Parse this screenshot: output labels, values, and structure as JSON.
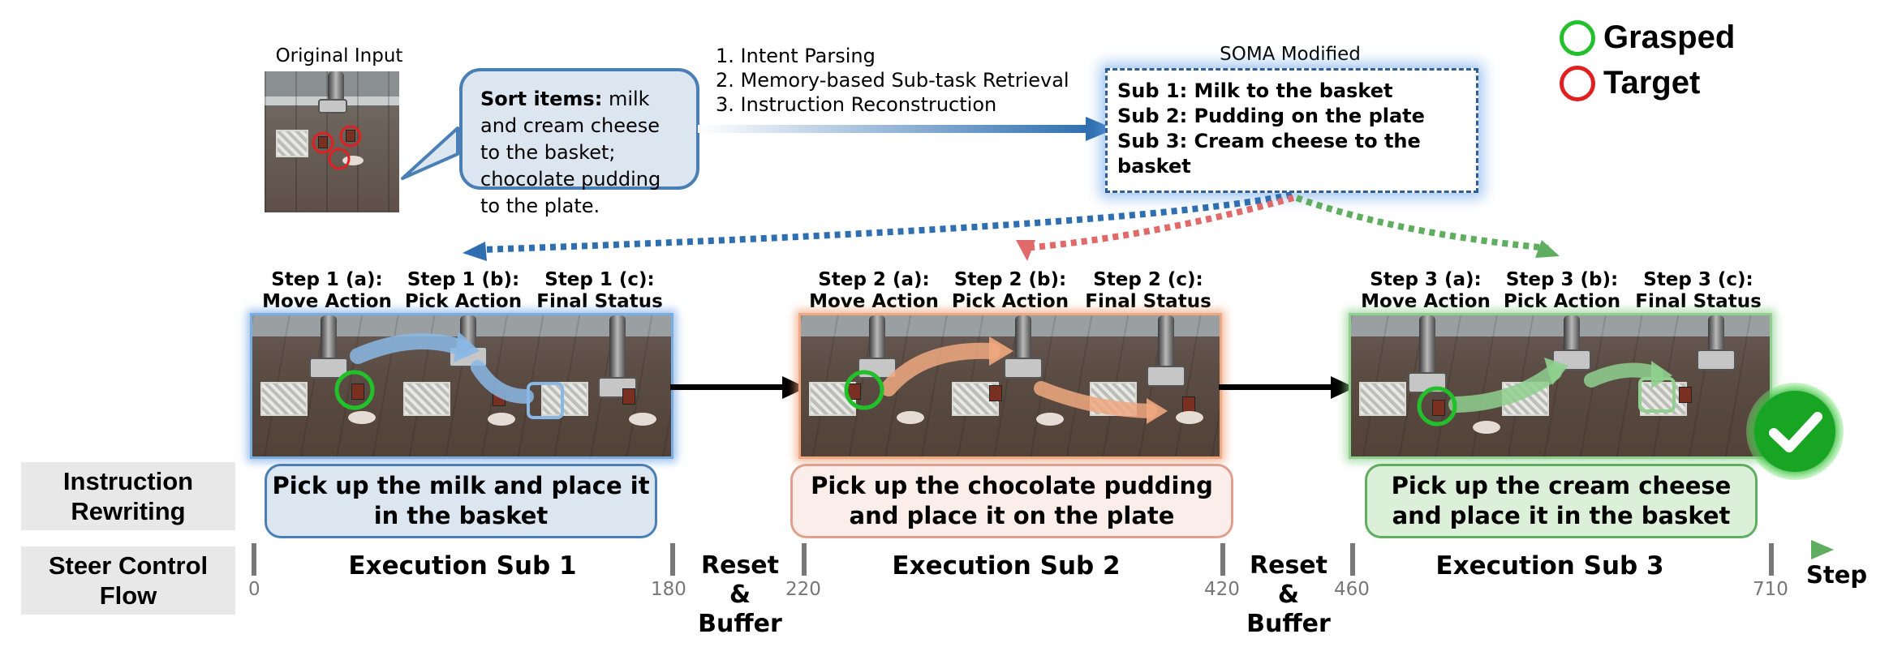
{
  "legend": {
    "grasped": {
      "label": "Grasped",
      "color": "#22c02a"
    },
    "target": {
      "label": "Target",
      "color": "#e02020"
    }
  },
  "original_input": {
    "title": "Original Input"
  },
  "speech": {
    "bold": "Sort items:",
    "text": " milk and cream cheese to the basket; chocolate pudding to the plate."
  },
  "pipeline_steps": [
    "1. Intent Parsing",
    "2. Memory-based Sub-task Retrieval",
    "3. Instruction Reconstruction"
  ],
  "soma": {
    "title": "SOMA Modified",
    "subs": [
      "Sub 1: Milk to the basket",
      "Sub 2: Pudding on the plate",
      "Sub 3: Cream cheese to the basket"
    ]
  },
  "stages": [
    {
      "color": "#4a7fb5",
      "steps": [
        {
          "a": "Step 1 (a):",
          "b": "Move Action"
        },
        {
          "a": "Step 1 (b):",
          "b": "Pick Action"
        },
        {
          "a": "Step 1 (c):",
          "b": "Final Status"
        }
      ],
      "instruction": "Pick up the milk and place it in the basket",
      "exec": "Execution Sub 1"
    },
    {
      "color": "#e08a6a",
      "steps": [
        {
          "a": "Step 2 (a):",
          "b": "Move Action"
        },
        {
          "a": "Step 2 (b):",
          "b": "Pick Action"
        },
        {
          "a": "Step 2 (c):",
          "b": "Final Status"
        }
      ],
      "instruction": "Pick up the chocolate pudding and place it on the plate",
      "exec": "Execution Sub 2"
    },
    {
      "color": "#5fae5f",
      "steps": [
        {
          "a": "Step 3 (a):",
          "b": "Move Action"
        },
        {
          "a": "Step 3 (b):",
          "b": "Pick Action"
        },
        {
          "a": "Step 3 (c):",
          "b": "Final Status"
        }
      ],
      "instruction": "Pick up the cream cheese and place it in the basket",
      "exec": "Execution Sub 3"
    }
  ],
  "rows": {
    "instruction": "Instruction Rewriting",
    "steer": "Steer Control Flow"
  },
  "reset_label": "Reset & Buffer",
  "timeline": {
    "ticks": [
      "0",
      "180",
      "220",
      "420",
      "460",
      "710"
    ],
    "end_label": "Step"
  }
}
